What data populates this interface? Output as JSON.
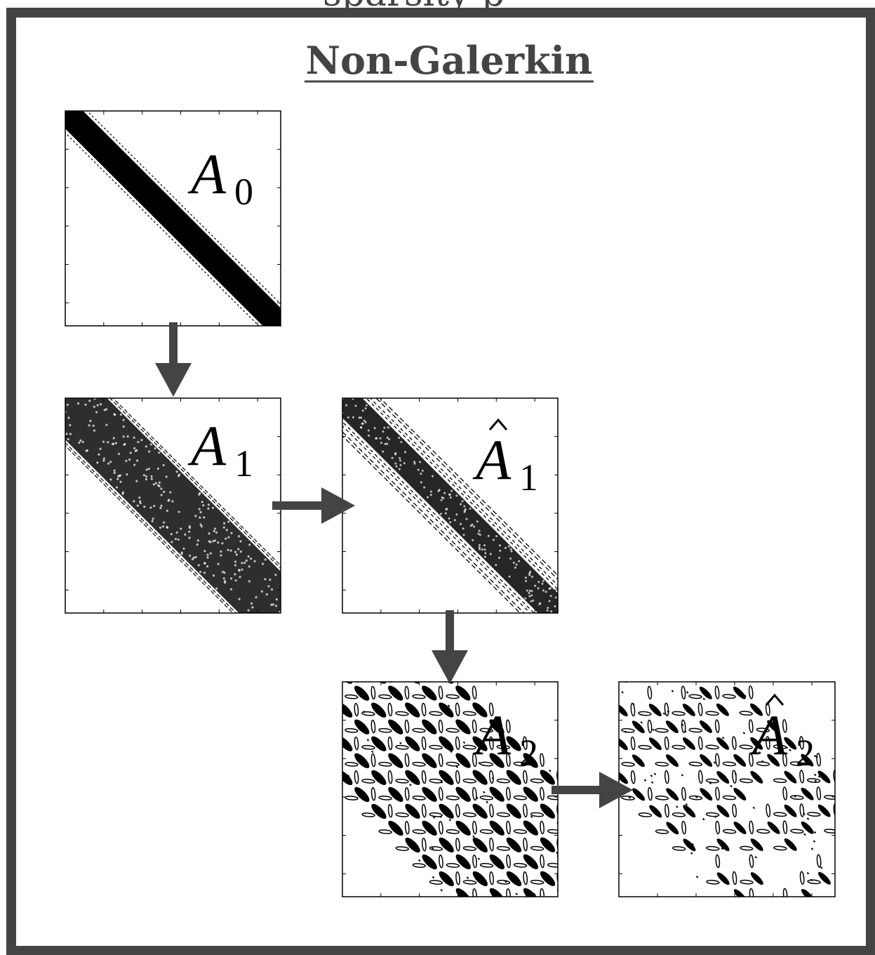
{
  "figure": {
    "title": "Non-Galerkin",
    "top_cut_text": "sparsity p",
    "colors": {
      "frame": "#444444",
      "arrow": "#444444",
      "ink": "#000000",
      "background": "#ffffff"
    }
  },
  "panels": [
    {
      "id": "A0",
      "label_base": "A",
      "label_sub": "0",
      "hat": false,
      "pattern": "dense-narrow-band"
    },
    {
      "id": "A1",
      "label_base": "A",
      "label_sub": "1",
      "hat": false,
      "pattern": "dense-wide-band"
    },
    {
      "id": "A1hat",
      "label_base": "A",
      "label_sub": "1",
      "hat": true,
      "pattern": "sparsified-band"
    },
    {
      "id": "A2",
      "label_base": "A",
      "label_sub": "2",
      "hat": false,
      "pattern": "lattice-wide-band"
    },
    {
      "id": "A2hat",
      "label_base": "A",
      "label_sub": "2",
      "hat": true,
      "pattern": "sparsified-lattice-band"
    }
  ],
  "arrows": [
    {
      "from": "A0",
      "to": "A1",
      "direction": "down"
    },
    {
      "from": "A1",
      "to": "A1hat",
      "direction": "right"
    },
    {
      "from": "A1hat",
      "to": "A2",
      "direction": "down"
    },
    {
      "from": "A2",
      "to": "A2hat",
      "direction": "right"
    }
  ]
}
